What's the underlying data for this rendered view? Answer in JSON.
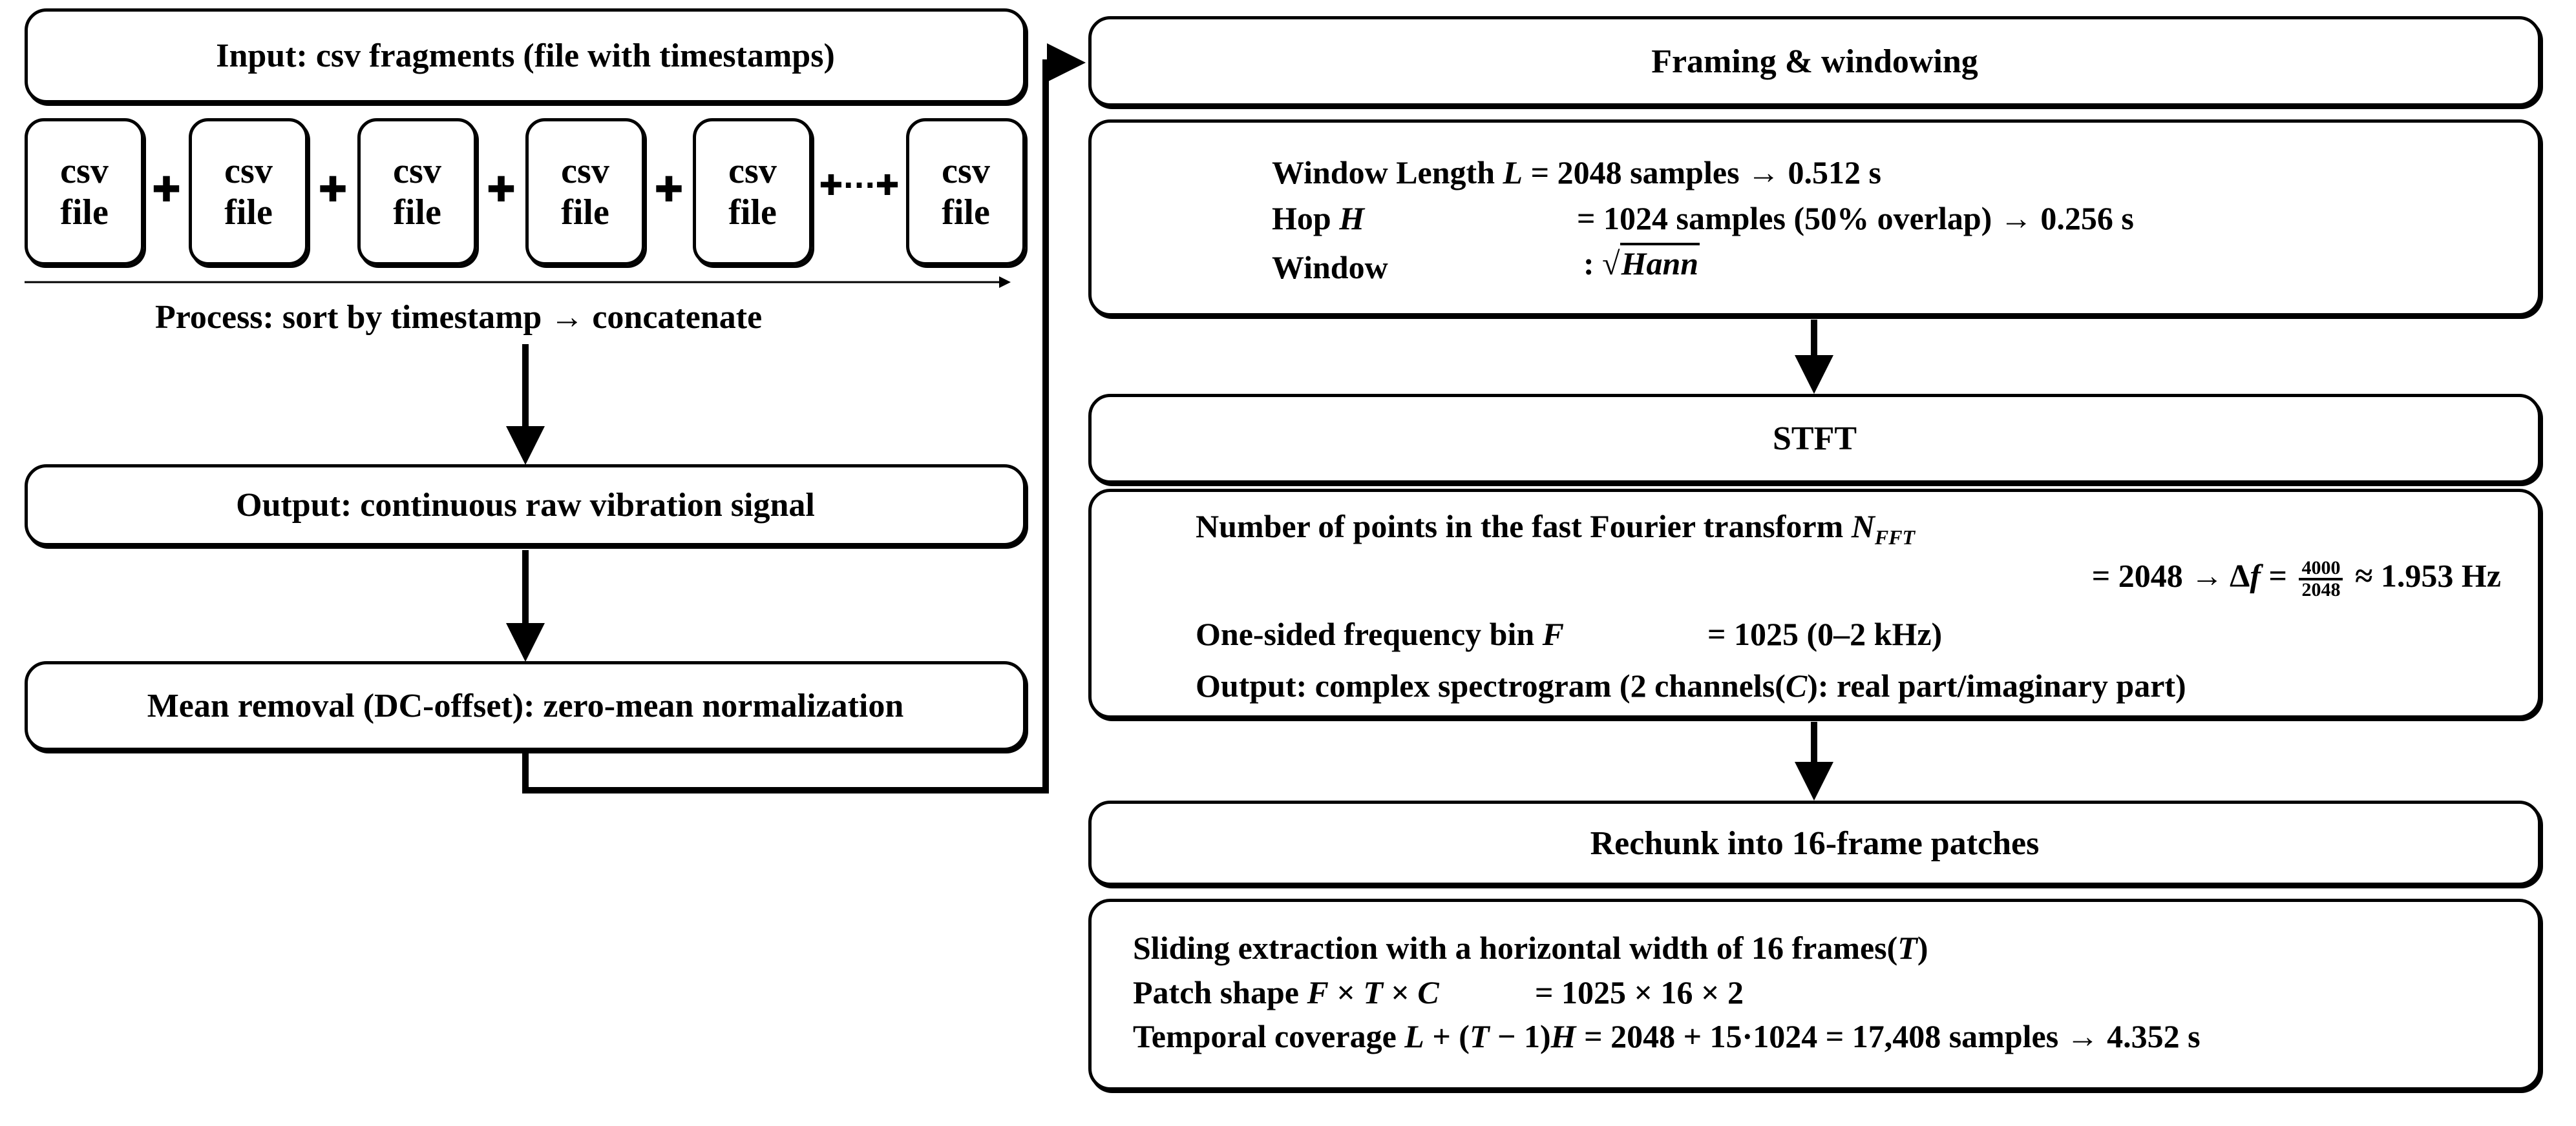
{
  "left": {
    "input_title": "Input: csv fragments (file with timestamps)",
    "csv_files": [
      {
        "line1": "csv",
        "line2": "file"
      },
      {
        "line1": "csv",
        "line2": "file"
      },
      {
        "line1": "csv",
        "line2": "file"
      },
      {
        "line1": "csv",
        "line2": "file"
      },
      {
        "line1": "csv",
        "line2": "file"
      },
      {
        "line1": "csv",
        "line2": "file"
      }
    ],
    "plus": "✚",
    "ellipsis_plus": "✚···✚",
    "process": "Process: sort by timestamp → concatenate",
    "output": "Output: continuous raw vibration signal",
    "mean_removal": "Mean removal (DC-offset): zero-mean normalization"
  },
  "right": {
    "framing_title": "Framing & windowing",
    "framing_lines": [
      [
        {
          "t": "Window Length "
        },
        {
          "t": "L",
          "m": 1
        },
        {
          "t": " = 2048 samples → 0.512 s"
        }
      ],
      [
        {
          "t": "Hop "
        },
        {
          "t": "H",
          "m": 1
        }
      ],
      [
        {
          "t": "Window"
        }
      ]
    ],
    "framing_values": [
      [],
      [
        {
          "t": "= 1024 samples (50% overlap) → 0.256 s"
        }
      ],
      [
        {
          "t": ": "
        },
        {
          "sqrt": "Hann"
        }
      ]
    ],
    "stft_title": "STFT",
    "stft_lines": [
      [
        {
          "t": "Number of points in the fast Fourier transform "
        },
        {
          "t": "N",
          "m": 1
        },
        {
          "sub": "FFT"
        }
      ],
      [
        {
          "t": "= 2048 → Δ"
        },
        {
          "t": "f",
          "m": 1
        },
        {
          "t": " = "
        },
        {
          "num": "4000",
          "den": "2048"
        },
        {
          "t": " ≈ 1.953 Hz"
        }
      ],
      [
        {
          "t": "One-sided frequency bin "
        },
        {
          "t": "F",
          "m": 1
        }
      ],
      [
        {
          "t": "= 1025 (0–2 kHz)"
        }
      ],
      [
        {
          "t": "Output: complex spectrogram (2 channels("
        },
        {
          "t": "C",
          "m": 1
        },
        {
          "t": "): real part/imaginary part)"
        }
      ]
    ],
    "rechunk_title": "Rechunk into 16-frame patches",
    "patch_lines": [
      [
        {
          "t": "Sliding extraction with a horizontal width of 16 frames("
        },
        {
          "t": "T",
          "m": 1
        },
        {
          "t": ")"
        }
      ],
      [
        {
          "t": "Patch shape "
        },
        {
          "t": "F",
          "m": 1
        },
        {
          "t": " × "
        },
        {
          "t": "T",
          "m": 1
        },
        {
          "t": " × "
        },
        {
          "t": "C",
          "m": 1
        }
      ],
      [
        {
          "t": "= 1025 × 16 × 2"
        }
      ],
      [
        {
          "t": "Temporal coverage "
        },
        {
          "t": "L",
          "m": 1
        },
        {
          "t": " + ("
        },
        {
          "t": "T",
          "m": 1
        },
        {
          "t": " − 1)"
        },
        {
          "t": "H",
          "m": 1
        },
        {
          "t": " = 2048 + 15·1024 = 17,408 samples → 4.352 s"
        }
      ]
    ]
  }
}
